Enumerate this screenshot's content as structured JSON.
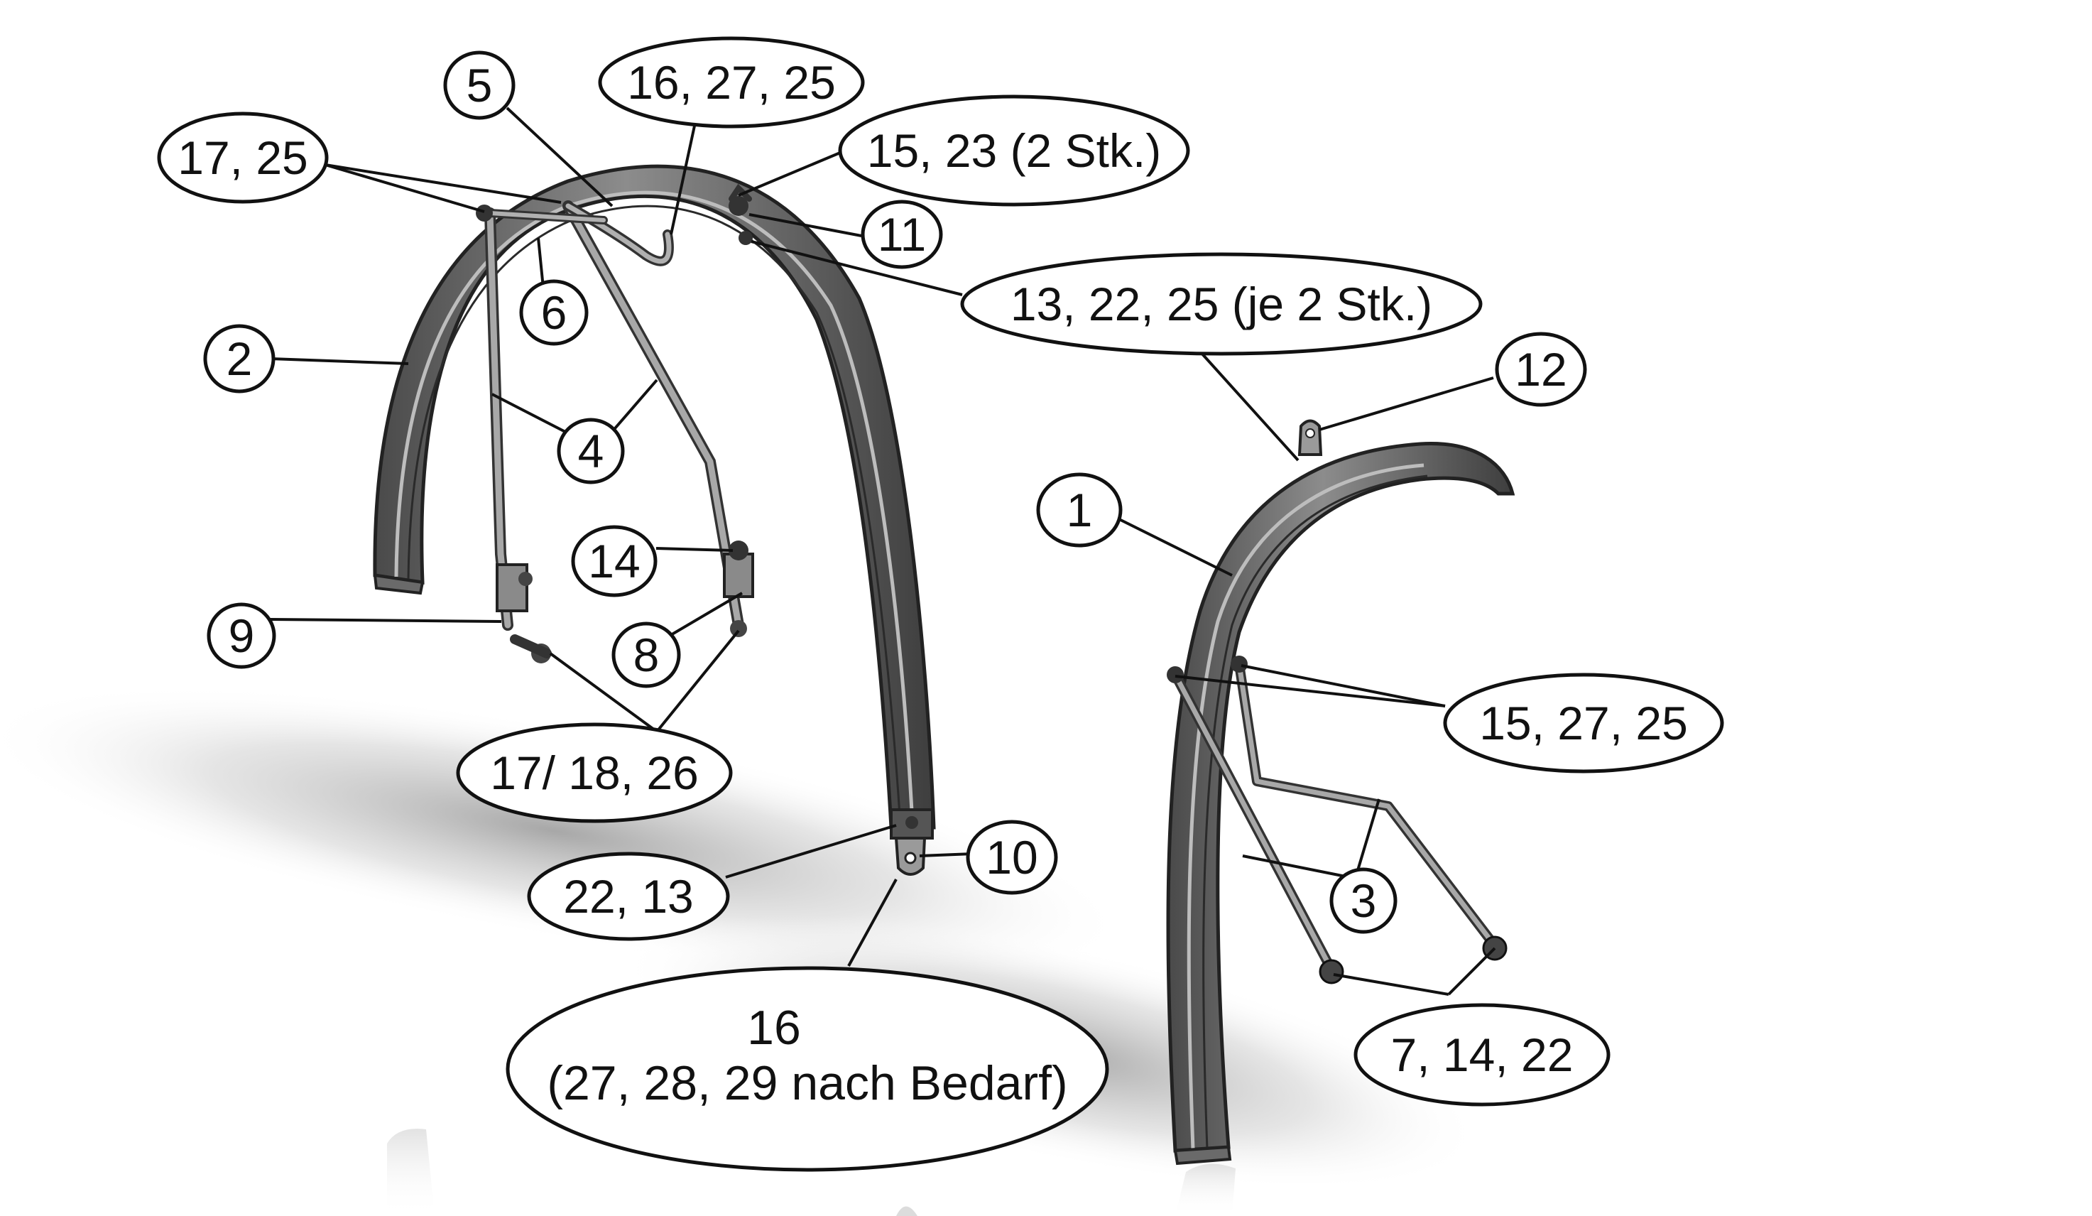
{
  "callouts": {
    "c5": "5",
    "c16_27_25": "16, 27, 25",
    "c17_25": "17, 25",
    "c15_23": "15, 23 (2 Stk.)",
    "c11": "11",
    "c13_22_25": "13, 22, 25 (je 2 Stk.)",
    "c6": "6",
    "c2": "2",
    "c12": "12",
    "c4": "4",
    "c1": "1",
    "c14": "14",
    "c9": "9",
    "c8": "8",
    "c15_27_25": "15, 27, 25",
    "c17_18_26": "17/ 18, 26",
    "c10": "10",
    "c22_13": "22, 13",
    "c3": "3",
    "c16_line1": "16",
    "c16_line2": "(27, 28, 29 nach Bedarf)",
    "c7_14_22": "7, 14, 22"
  }
}
